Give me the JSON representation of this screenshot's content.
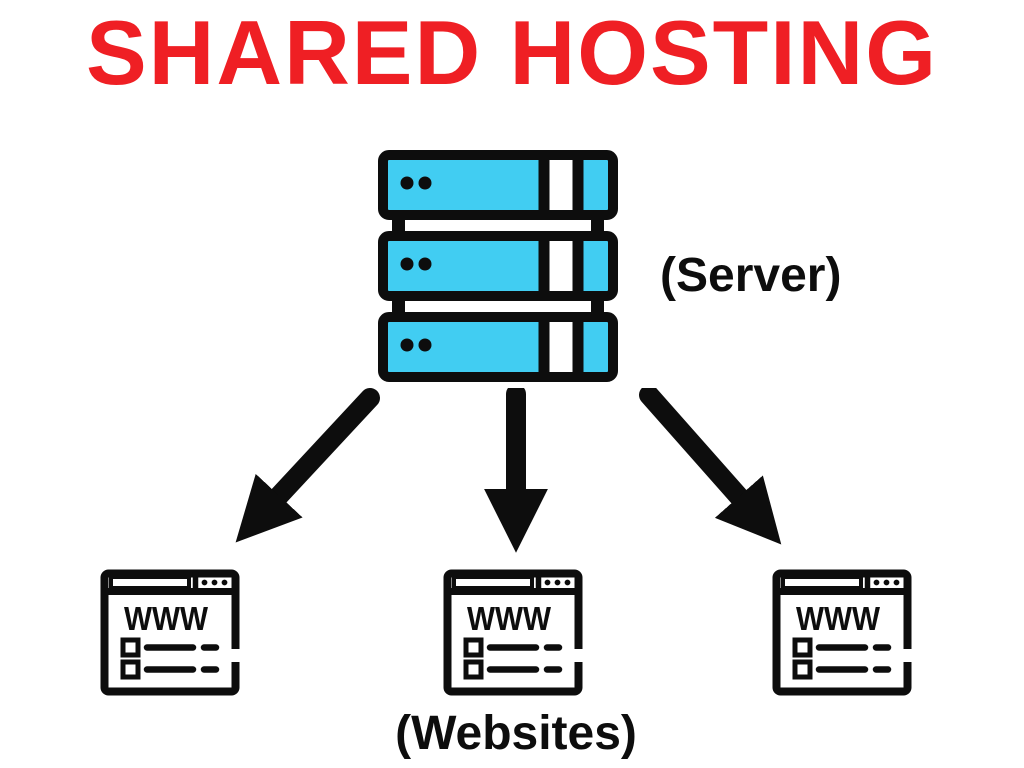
{
  "page": {
    "background": "#ffffff"
  },
  "colors": {
    "red": "#ef1f24",
    "cyan": "#41cdf2",
    "ink": "#0d0d0d",
    "white": "#ffffff"
  },
  "title": {
    "text": "SHARED HOSTING"
  },
  "server": {
    "icon": "server-rack-icon",
    "rack_units": 3,
    "label": "(Server)"
  },
  "arrows": {
    "count": 3,
    "items": [
      {
        "name": "arrow-down-left",
        "direction": "down-left"
      },
      {
        "name": "arrow-down",
        "direction": "down"
      },
      {
        "name": "arrow-down-right",
        "direction": "down-right"
      }
    ]
  },
  "websites": {
    "label": "(Websites)",
    "items": [
      {
        "icon": "browser-window-icon",
        "text": "WWW"
      },
      {
        "icon": "browser-window-icon",
        "text": "WWW"
      },
      {
        "icon": "browser-window-icon",
        "text": "WWW"
      }
    ]
  }
}
